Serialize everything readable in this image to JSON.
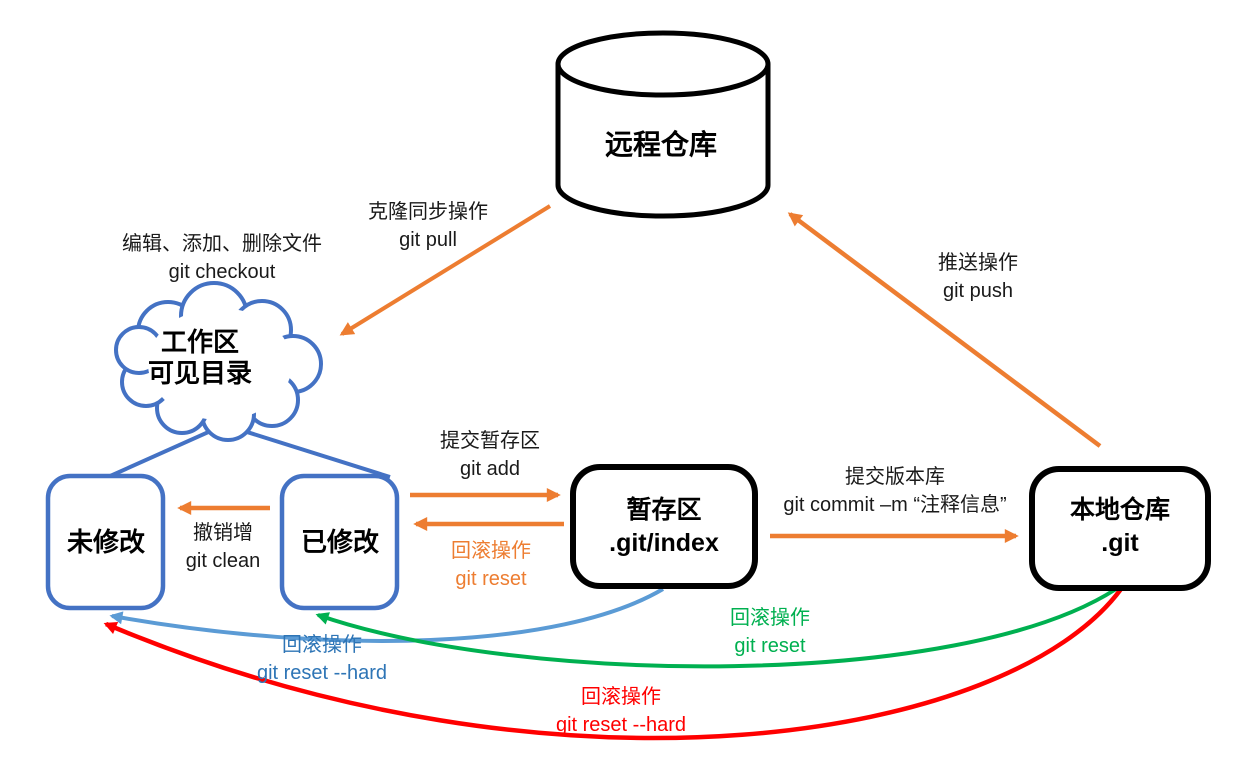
{
  "colors": {
    "orange": "#ED7D31",
    "blue": "#4472C4",
    "lightblue": "#5B9BD5",
    "bluetext": "#2E75B6",
    "green": "#00B050",
    "red": "#FF0000",
    "black": "#000000"
  },
  "nodes": {
    "remote": {
      "label": "远程仓库"
    },
    "workspace": {
      "line1": "工作区",
      "line2": "可见目录"
    },
    "unmodified": {
      "label": "未修改"
    },
    "modified": {
      "label": "已修改"
    },
    "staging": {
      "line1": "暂存区",
      "line2": ".git/index"
    },
    "local": {
      "line1": "本地仓库",
      "line2": ".git"
    }
  },
  "edges": {
    "checkout": {
      "line1": "编辑、添加、删除文件",
      "line2": "git checkout"
    },
    "pull": {
      "line1": "克隆同步操作",
      "line2": "git pull"
    },
    "push": {
      "line1": "推送操作",
      "line2": "git push"
    },
    "add": {
      "line1": "提交暂存区",
      "line2": "git add"
    },
    "reset_staging": {
      "line1": "回滚操作",
      "line2": "git reset"
    },
    "commit": {
      "line1": "提交版本库",
      "line2": "git commit –m “注释信息”"
    },
    "clean": {
      "line1": "撤销增",
      "line2": "git clean"
    },
    "reset_hard_staging": {
      "line1": "回滚操作",
      "line2": "git reset --hard"
    },
    "reset_local": {
      "line1": "回滚操作",
      "line2": "git reset"
    },
    "reset_hard_local": {
      "line1": "回滚操作",
      "line2": "git reset --hard"
    }
  }
}
